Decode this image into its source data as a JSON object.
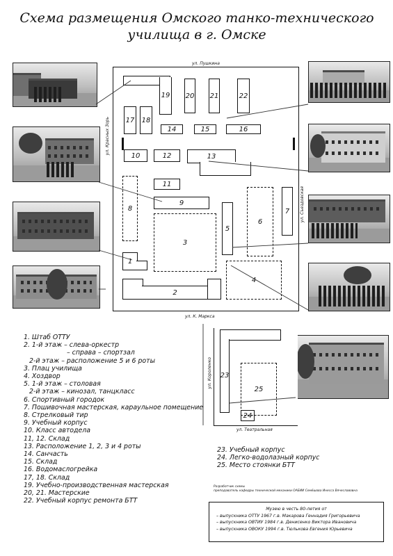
{
  "title": {
    "line1": "Схема размещения Омского танко-технического",
    "line2": "училища в г. Омске"
  },
  "streets": {
    "top": "ул. Пушкина",
    "left": "ул. Красных Зорь",
    "right": "ул. Съездовская",
    "bottom": "ул. К. Маркса",
    "annex_left": "ул. Короленко",
    "annex_bottom": "ул. Театральная"
  },
  "map_labels": {
    "b1": "1",
    "b2": "2",
    "b3": "3",
    "b4": "4",
    "b5": "5",
    "b6": "6",
    "b7": "7",
    "b8": "8",
    "b9": "9",
    "b10": "10",
    "b11": "11",
    "b12": "12",
    "b13": "13",
    "b14": "14",
    "b15": "15",
    "b16": "16",
    "b17": "17",
    "b18": "18",
    "b19": "19",
    "b20": "20",
    "b21": "21",
    "b22": "22",
    "b23": "23",
    "b24": "24",
    "b25": "25"
  },
  "legend": [
    "1. Штаб ОТТУ",
    "2. 1-й этаж  – слева-оркестр",
    "                 – справа – спортзал",
    "   2-й этаж – расположение 5 и 6 роты",
    "3. Плац училища",
    "4. Хоздвор",
    "5. 1-й этаж  – столовая",
    "   2-й этаж – кинозал, танцкласс",
    "6. Спортивный городок",
    "7. Пошивочная мастерская, караульное помещение",
    "8. Стрелковый тир",
    "9. Учебный корпус",
    "10. Класс автодела",
    "11, 12. Склад",
    "13. Расположение 1, 2, 3 и 4 роты",
    "14. Санчасть",
    "15. Склад",
    "16. Водомаслогрейка",
    "17, 18. Склад",
    "19. Учебно-производственная мастерская",
    "20, 21. Мастерские",
    "22. Учебный корпус ремонта БТТ"
  ],
  "legend2": [
    "23. Учебный корпус",
    "24. Легко-водолазный корпус",
    "25. Место стоянки БТТ"
  ],
  "note": {
    "line1": "Разработчик схемы",
    "line2": "преподаватель кафедры технической механики ОАБИИ Семёшова Инесса Вячеславовна"
  },
  "museum": {
    "title": "Музею в честь 80-летия от",
    "lines": [
      "– выпускника ОТТУ 1967 г.в. Макарова Геннадия Григорьевича",
      "– выпускника ОВТИУ 1984 г.в. Денисенко Виктора Ивановича",
      "– выпускника ОВОКУ 1994 г.в. Тюлькова Евгения Юрьевича"
    ]
  }
}
